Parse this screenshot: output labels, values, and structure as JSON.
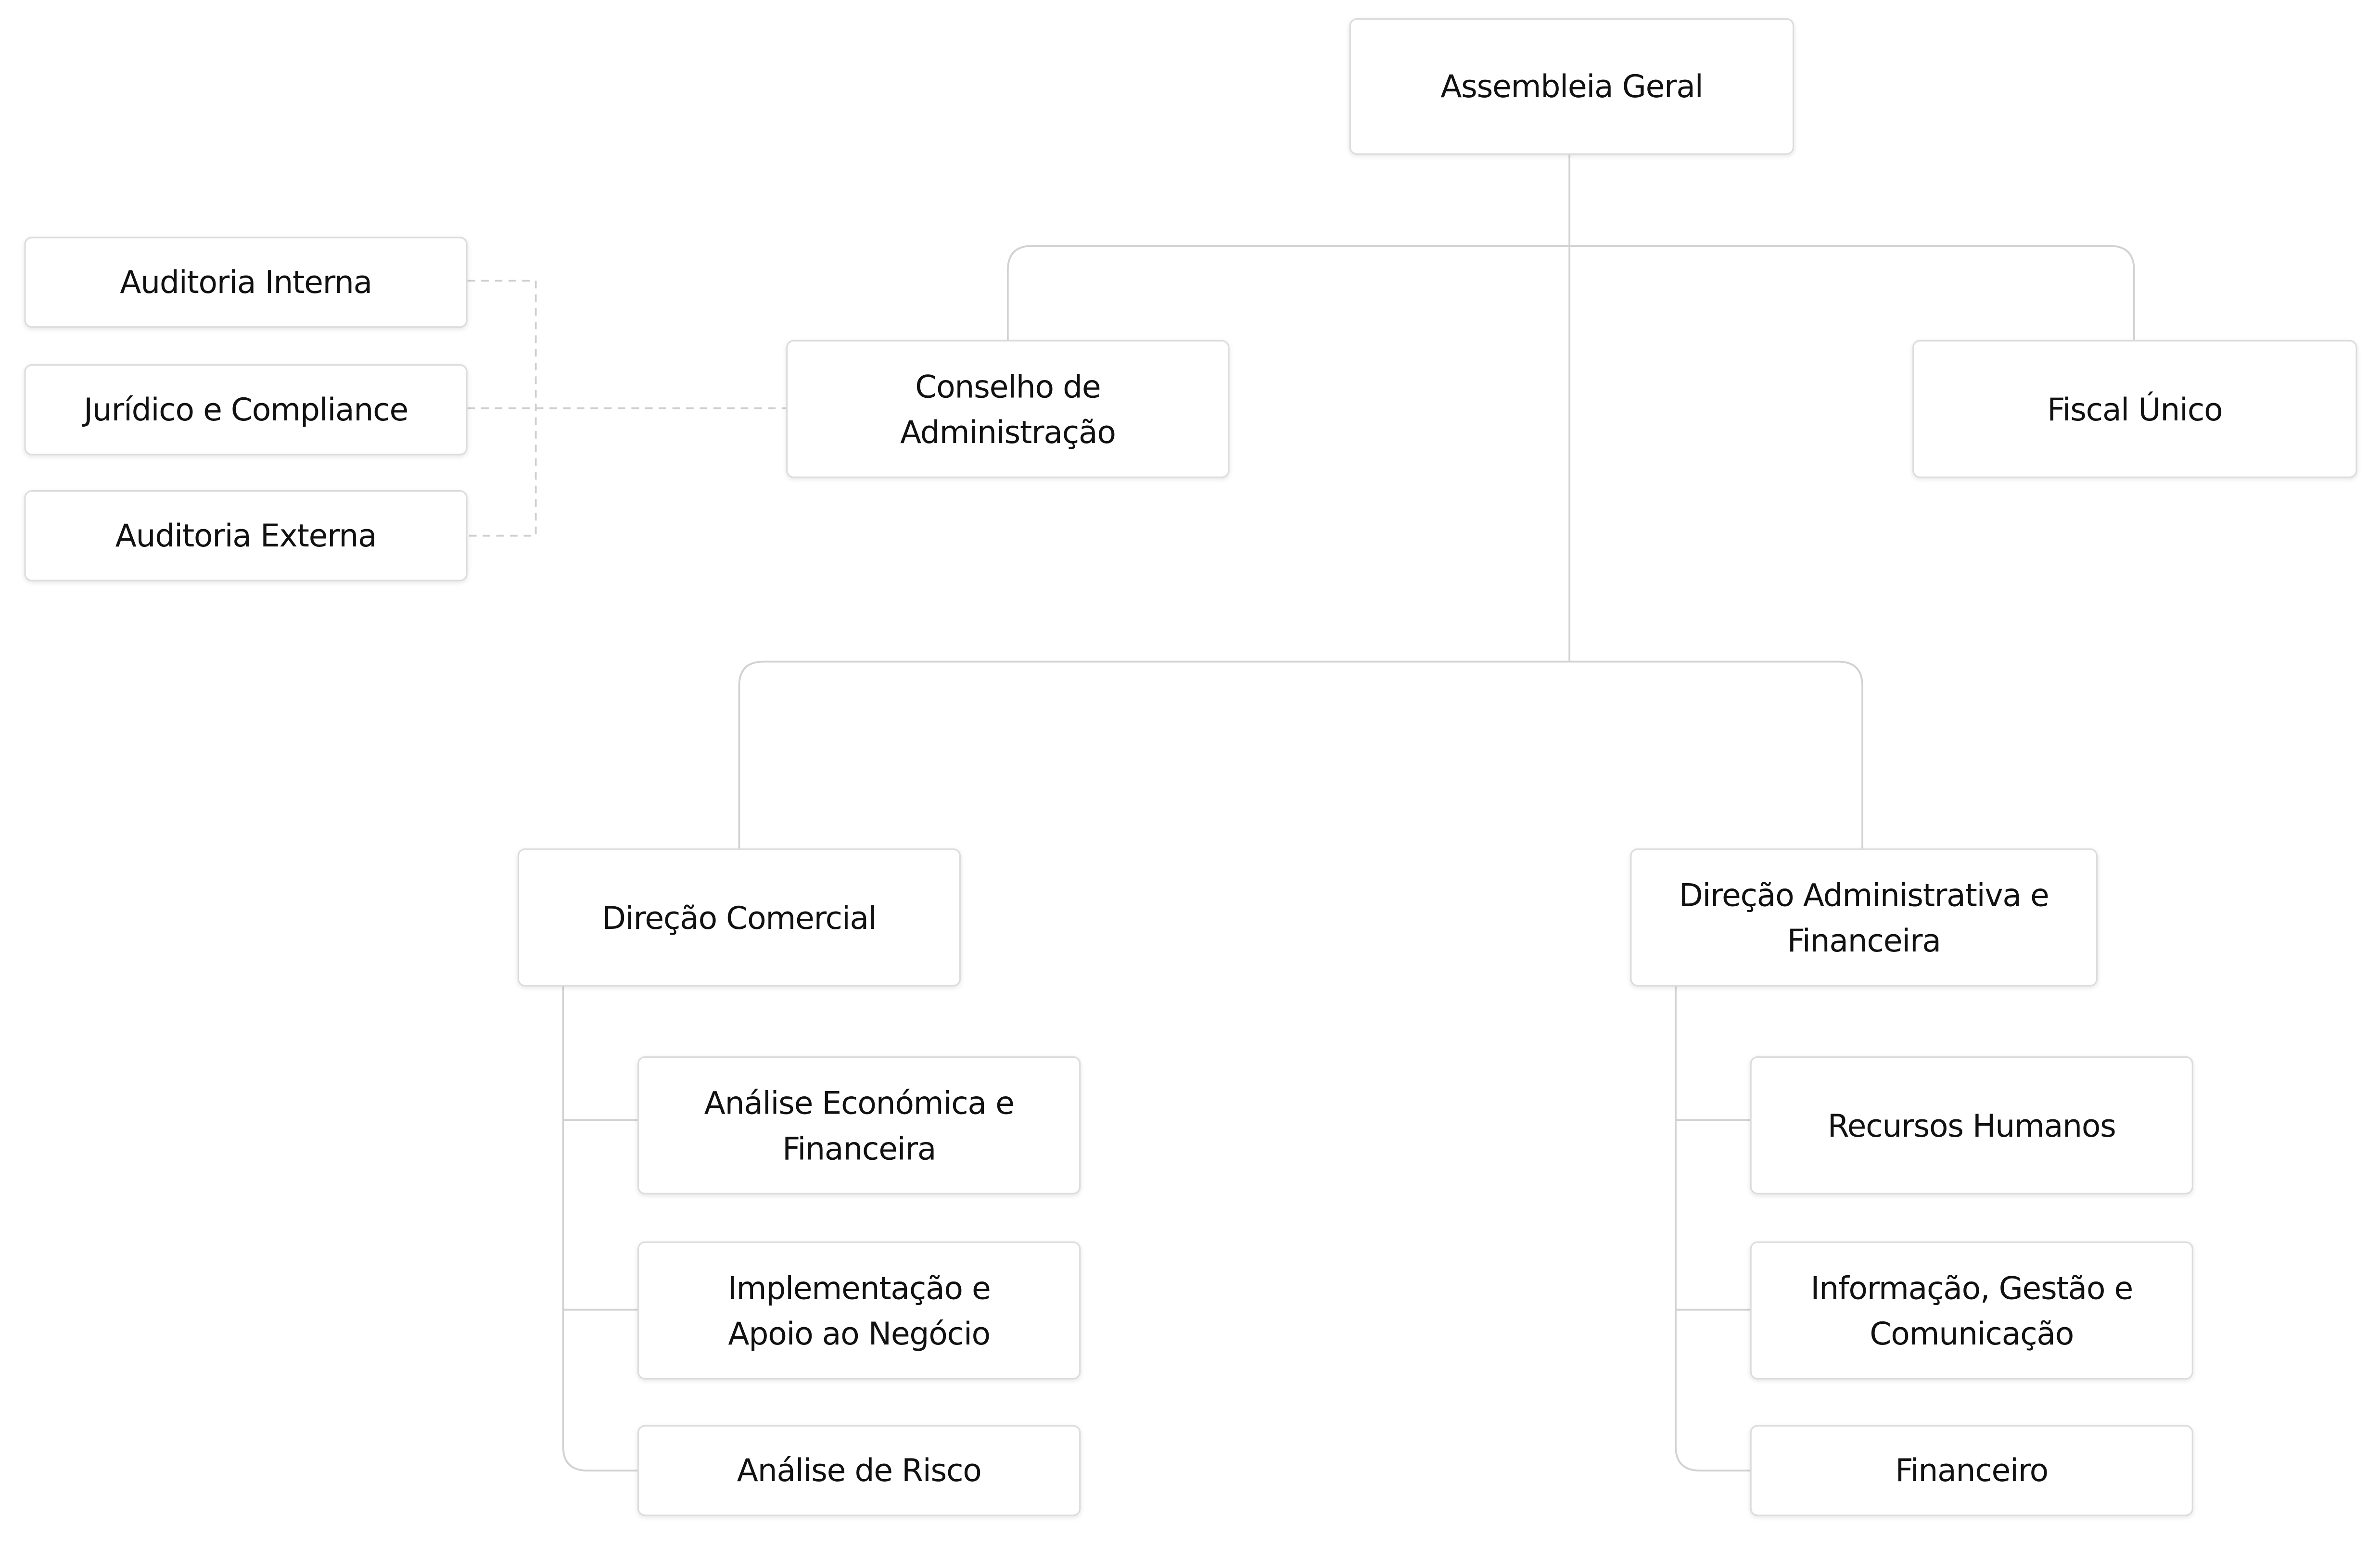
{
  "org_chart": {
    "assembleia_geral": "Assembleia Geral",
    "conselho_administracao": "Conselho de Administração",
    "fiscal_unico": "Fiscal Único",
    "staff": {
      "auditoria_interna": "Auditoria Interna",
      "juridico_compliance": "Jurídico e Compliance",
      "auditoria_externa": "Auditoria Externa"
    },
    "direcao_comercial": {
      "label": "Direção Comercial",
      "children": [
        "Análise Económica e Financeira",
        "Implementação e Apoio ao Negócio",
        "Análise de Risco"
      ]
    },
    "direcao_administrativa": {
      "label": "Direção Administrativa e Financeira",
      "children": [
        "Recursos Humanos",
        "Informação, Gestão e Comunicação",
        "Financeiro"
      ]
    }
  },
  "colors": {
    "box_border": "#dcdcdc",
    "connector": "#d2d2d2",
    "text": "#111111",
    "background": "#ffffff"
  }
}
